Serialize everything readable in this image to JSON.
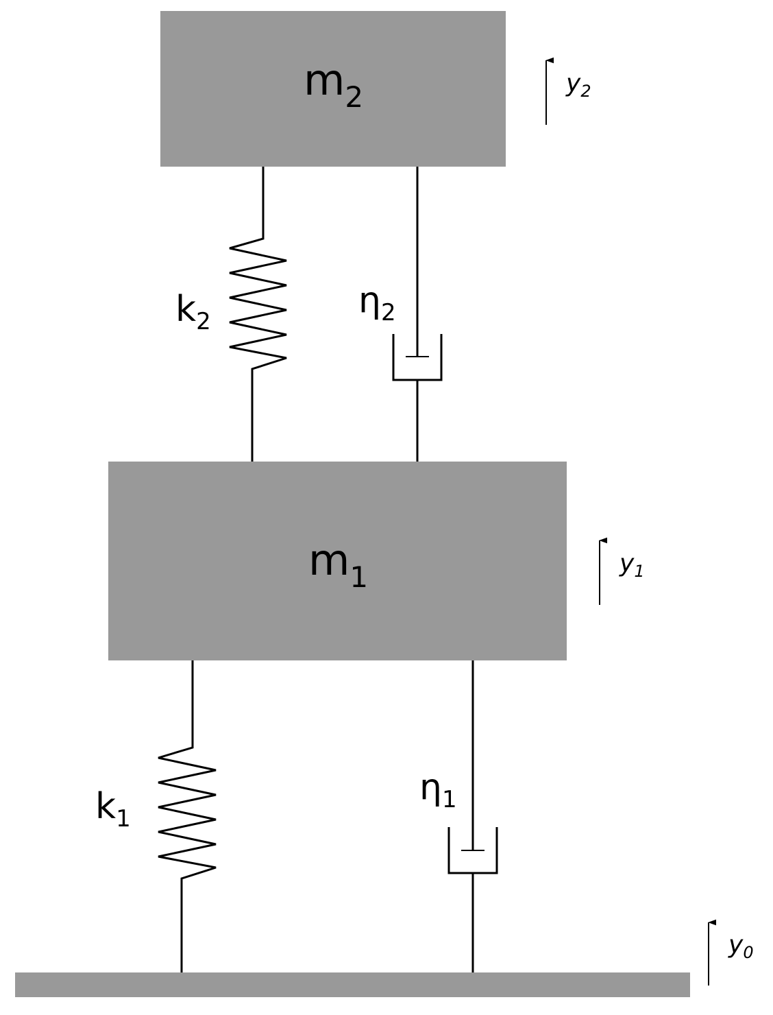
{
  "colors": {
    "mass": "#999999",
    "ground": "#999999",
    "line": "#000000"
  },
  "masses": {
    "m2": {
      "symbol": "m",
      "subscript": "2"
    },
    "m1": {
      "symbol": "m",
      "subscript": "1"
    }
  },
  "springs": {
    "k2": {
      "symbol": "k",
      "subscript": "2"
    },
    "k1": {
      "symbol": "k",
      "subscript": "1"
    }
  },
  "dampers": {
    "eta2": {
      "symbol": "η",
      "subscript": "2"
    },
    "eta1": {
      "symbol": "η",
      "subscript": "1"
    }
  },
  "displacements": {
    "y2": {
      "symbol": "y",
      "subscript": "2"
    },
    "y1": {
      "symbol": "y",
      "subscript": "1"
    },
    "y0": {
      "symbol": "y",
      "subscript": "0"
    }
  }
}
